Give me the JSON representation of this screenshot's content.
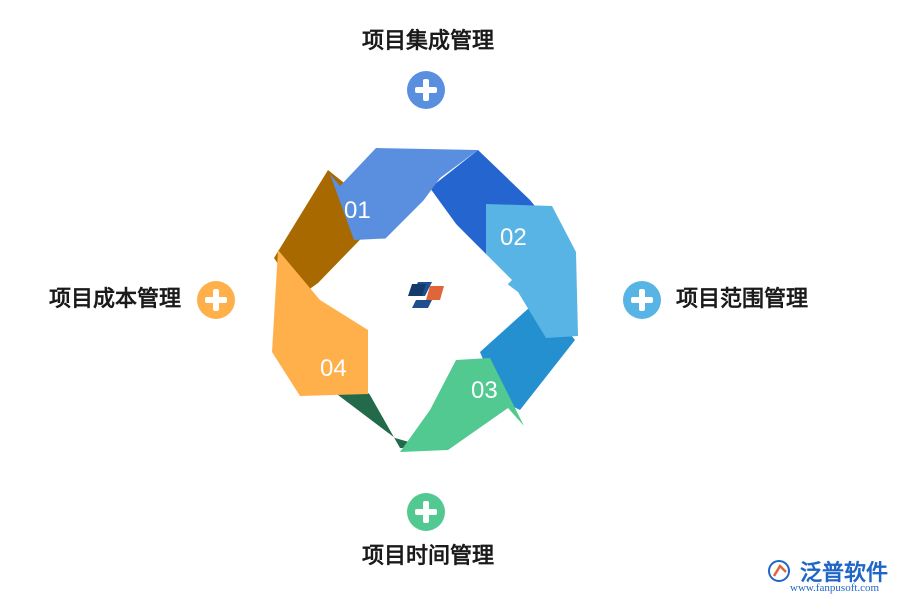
{
  "nodes": [
    {
      "id": "top",
      "label": "项目集成管理",
      "color": "#5a8fe0"
    },
    {
      "id": "right",
      "label": "项目范围管理",
      "color": "#58b4e4"
    },
    {
      "id": "bottom",
      "label": "项目时间管理",
      "color": "#52c991"
    },
    {
      "id": "left",
      "label": "项目成本管理",
      "color": "#ffb04b"
    }
  ],
  "cycle": [
    {
      "num": "01",
      "color": "#5a8fe0",
      "dark": "#a86a00"
    },
    {
      "num": "02",
      "color": "#58b4e4",
      "dark": "#2565d0"
    },
    {
      "num": "03",
      "color": "#52c991",
      "dark": "#2590cf"
    },
    {
      "num": "04",
      "color": "#ffb04b",
      "dark": "#226a4a"
    }
  ],
  "brand": {
    "name": "泛普软件",
    "url": "www.fanpusoft.com",
    "color": "#1f66c6"
  }
}
